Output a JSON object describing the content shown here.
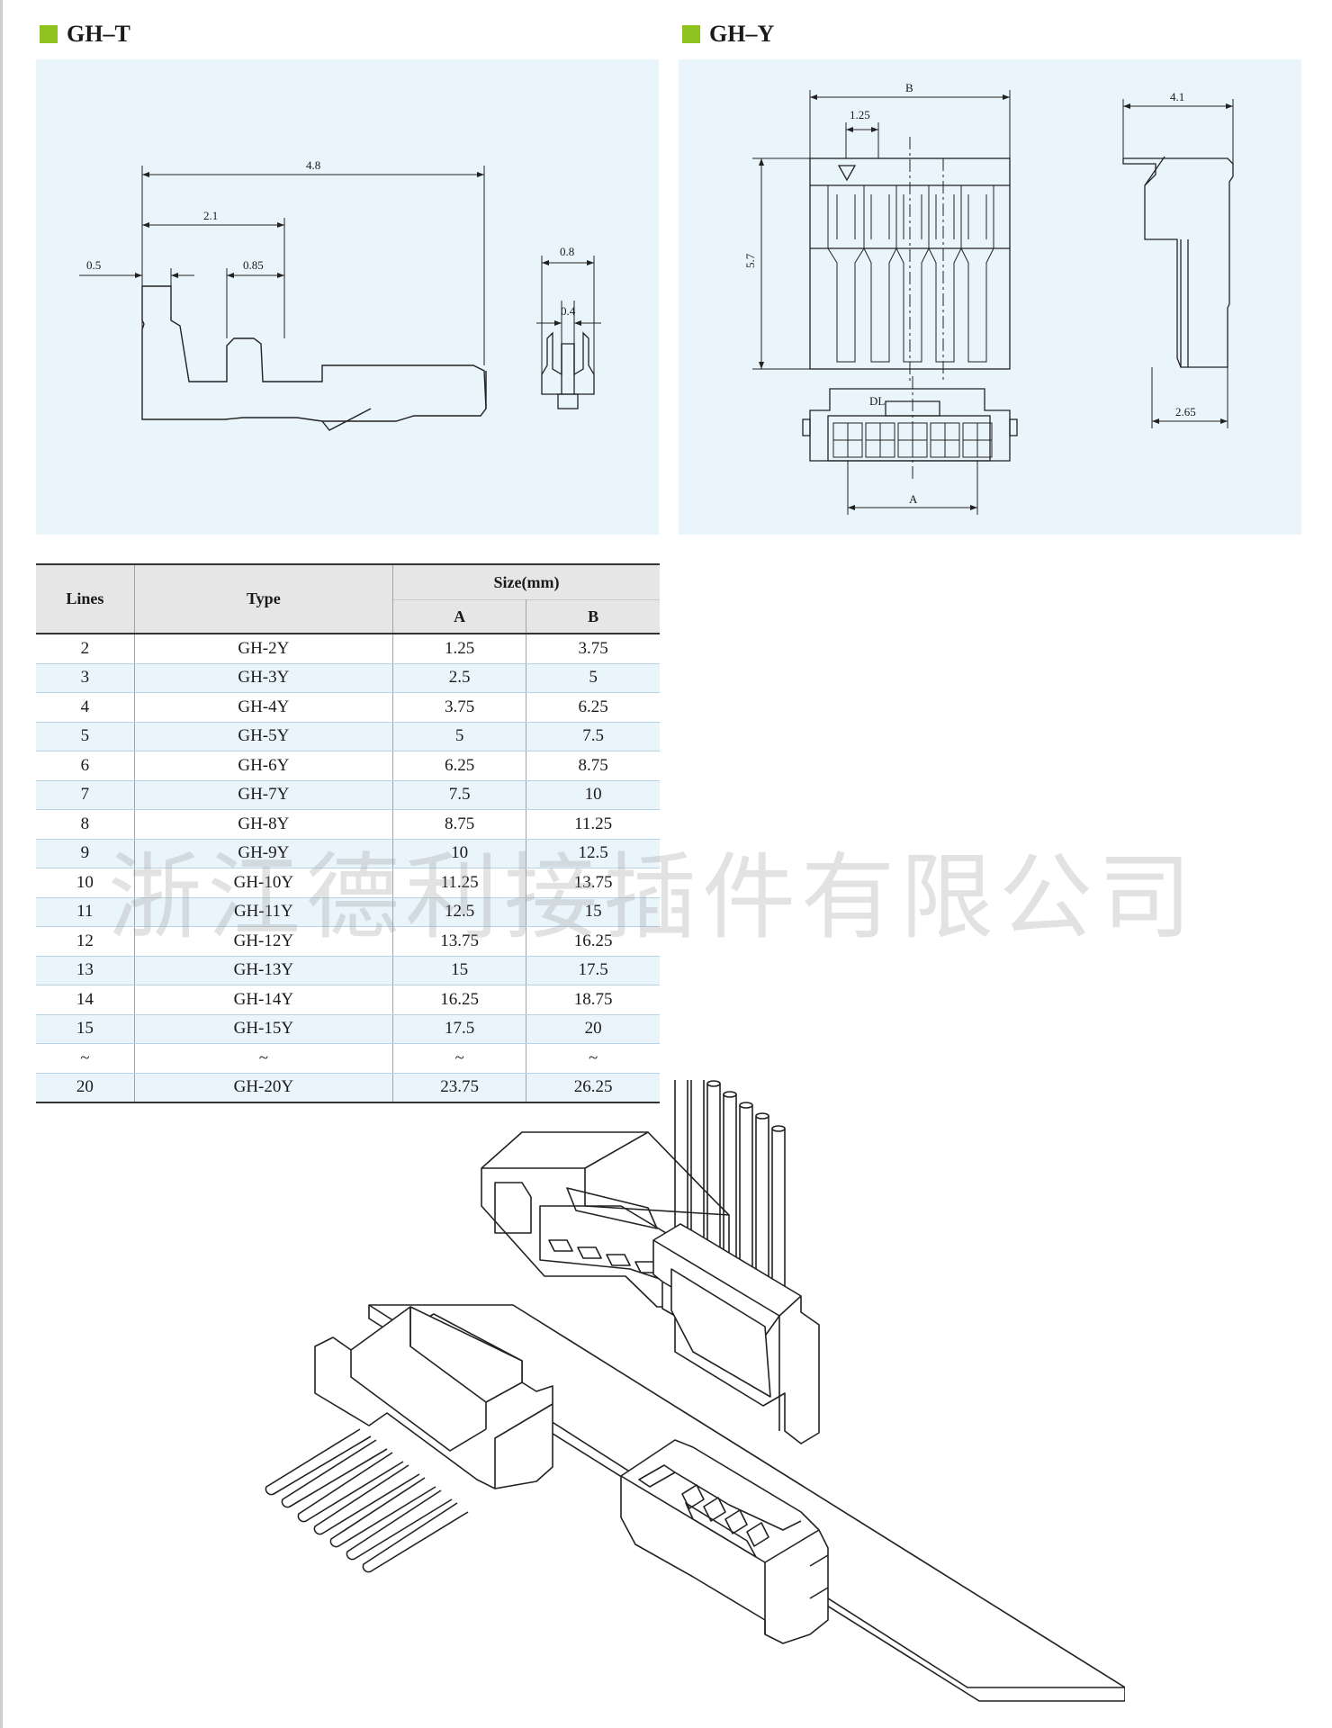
{
  "sections": {
    "left_title": "GH–T",
    "right_title": "GH–Y"
  },
  "colors": {
    "accent": "#8dc21f",
    "panel_bg": "#eaf4fb",
    "line": "#222222"
  },
  "drawing_gh_t": {
    "dim_total": "4.8",
    "dim_crimp": "2.1",
    "dim_tip": "0.5",
    "dim_gap": "0.85",
    "dim_width": "0.8",
    "dim_inner": "0.4"
  },
  "drawing_gh_y": {
    "dim_b": "B",
    "dim_pitch": "1.25",
    "dim_height": "5.7",
    "dim_depth": "4.1",
    "dim_lock": "2.65",
    "dim_a": "A",
    "mark_dl": "DL"
  },
  "table": {
    "header_lines": "Lines",
    "header_type": "Type",
    "header_size": "Size(mm)",
    "header_a": "A",
    "header_b": "B",
    "rows": [
      [
        "2",
        "GH-2Y",
        "1.25",
        "3.75"
      ],
      [
        "3",
        "GH-3Y",
        "2.5",
        "5"
      ],
      [
        "4",
        "GH-4Y",
        "3.75",
        "6.25"
      ],
      [
        "5",
        "GH-5Y",
        "5",
        "7.5"
      ],
      [
        "6",
        "GH-6Y",
        "6.25",
        "8.75"
      ],
      [
        "7",
        "GH-7Y",
        "7.5",
        "10"
      ],
      [
        "8",
        "GH-8Y",
        "8.75",
        "11.25"
      ],
      [
        "9",
        "GH-9Y",
        "10",
        "12.5"
      ],
      [
        "10",
        "GH-10Y",
        "11.25",
        "13.75"
      ],
      [
        "11",
        "GH-11Y",
        "12.5",
        "15"
      ],
      [
        "12",
        "GH-12Y",
        "13.75",
        "16.25"
      ],
      [
        "13",
        "GH-13Y",
        "15",
        "17.5"
      ],
      [
        "14",
        "GH-14Y",
        "16.25",
        "18.75"
      ],
      [
        "15",
        "GH-15Y",
        "17.5",
        "20"
      ],
      [
        "~",
        "~",
        "~",
        "~"
      ],
      [
        "20",
        "GH-20Y",
        "23.75",
        "26.25"
      ]
    ]
  },
  "watermark": "浙江德利接插件有限公司"
}
